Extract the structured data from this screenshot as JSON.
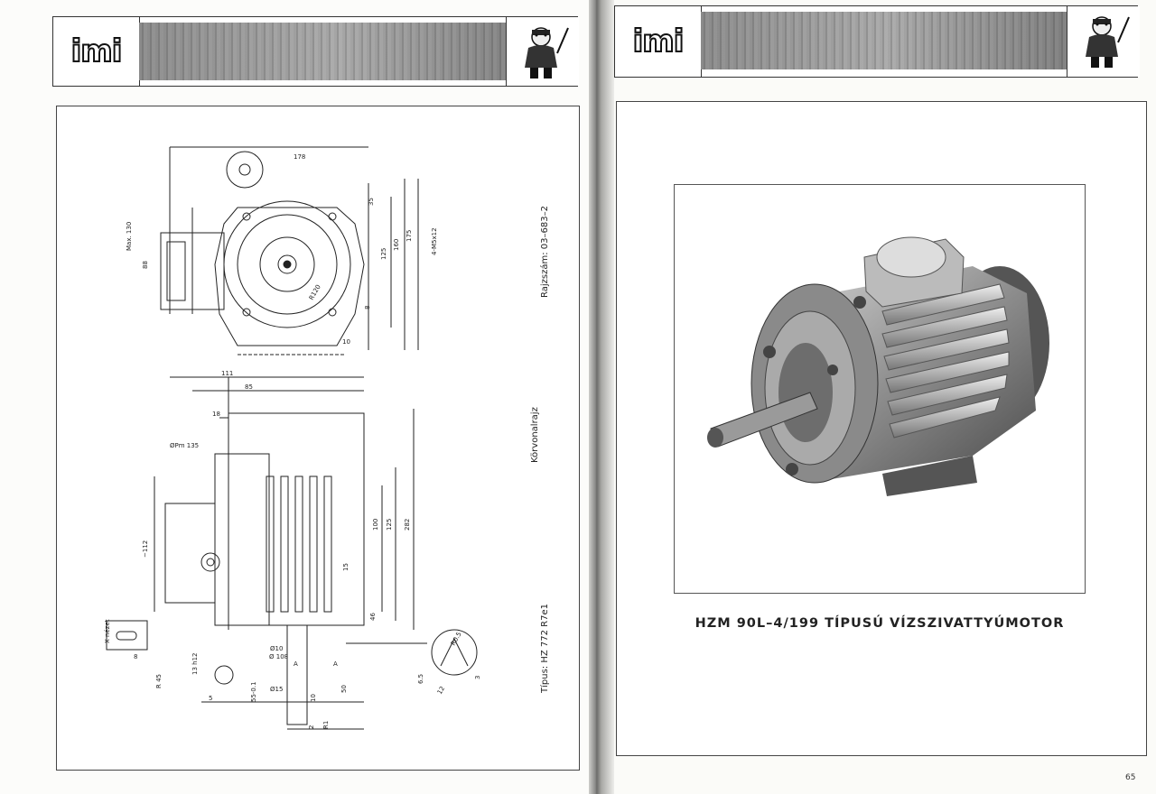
{
  "left_page": {
    "logo": "imi",
    "drawing": {
      "dims_top": [
        "178",
        "Max. 130",
        "88",
        "35",
        "160",
        "175",
        "125",
        "4-M5x12",
        "8",
        "10",
        "R120"
      ],
      "dims_side": [
        "111",
        "85",
        "18",
        "ØPm 135",
        "~112",
        "100",
        "125",
        "282",
        "15",
        "46"
      ],
      "dims_detail": [
        "X nézet",
        "8",
        "R 45",
        "13 h12",
        "5",
        "55-0.1",
        "Ø10",
        "Ø15",
        "10",
        "50",
        "2",
        "R1",
        "Ø 108",
        "A",
        "R0.5",
        "6.5",
        "3",
        "12"
      ],
      "drawing_number": "Rajzszám: 03–683–2",
      "view_name": "Körvonalrajz",
      "type_label": "Típus: HZ 772 R7e1"
    }
  },
  "right_page": {
    "logo": "imi",
    "caption": "HZM 90L–4/199 TÍPUSÚ VÍZSZIVATTYÚMOTOR",
    "page_number": "65"
  }
}
